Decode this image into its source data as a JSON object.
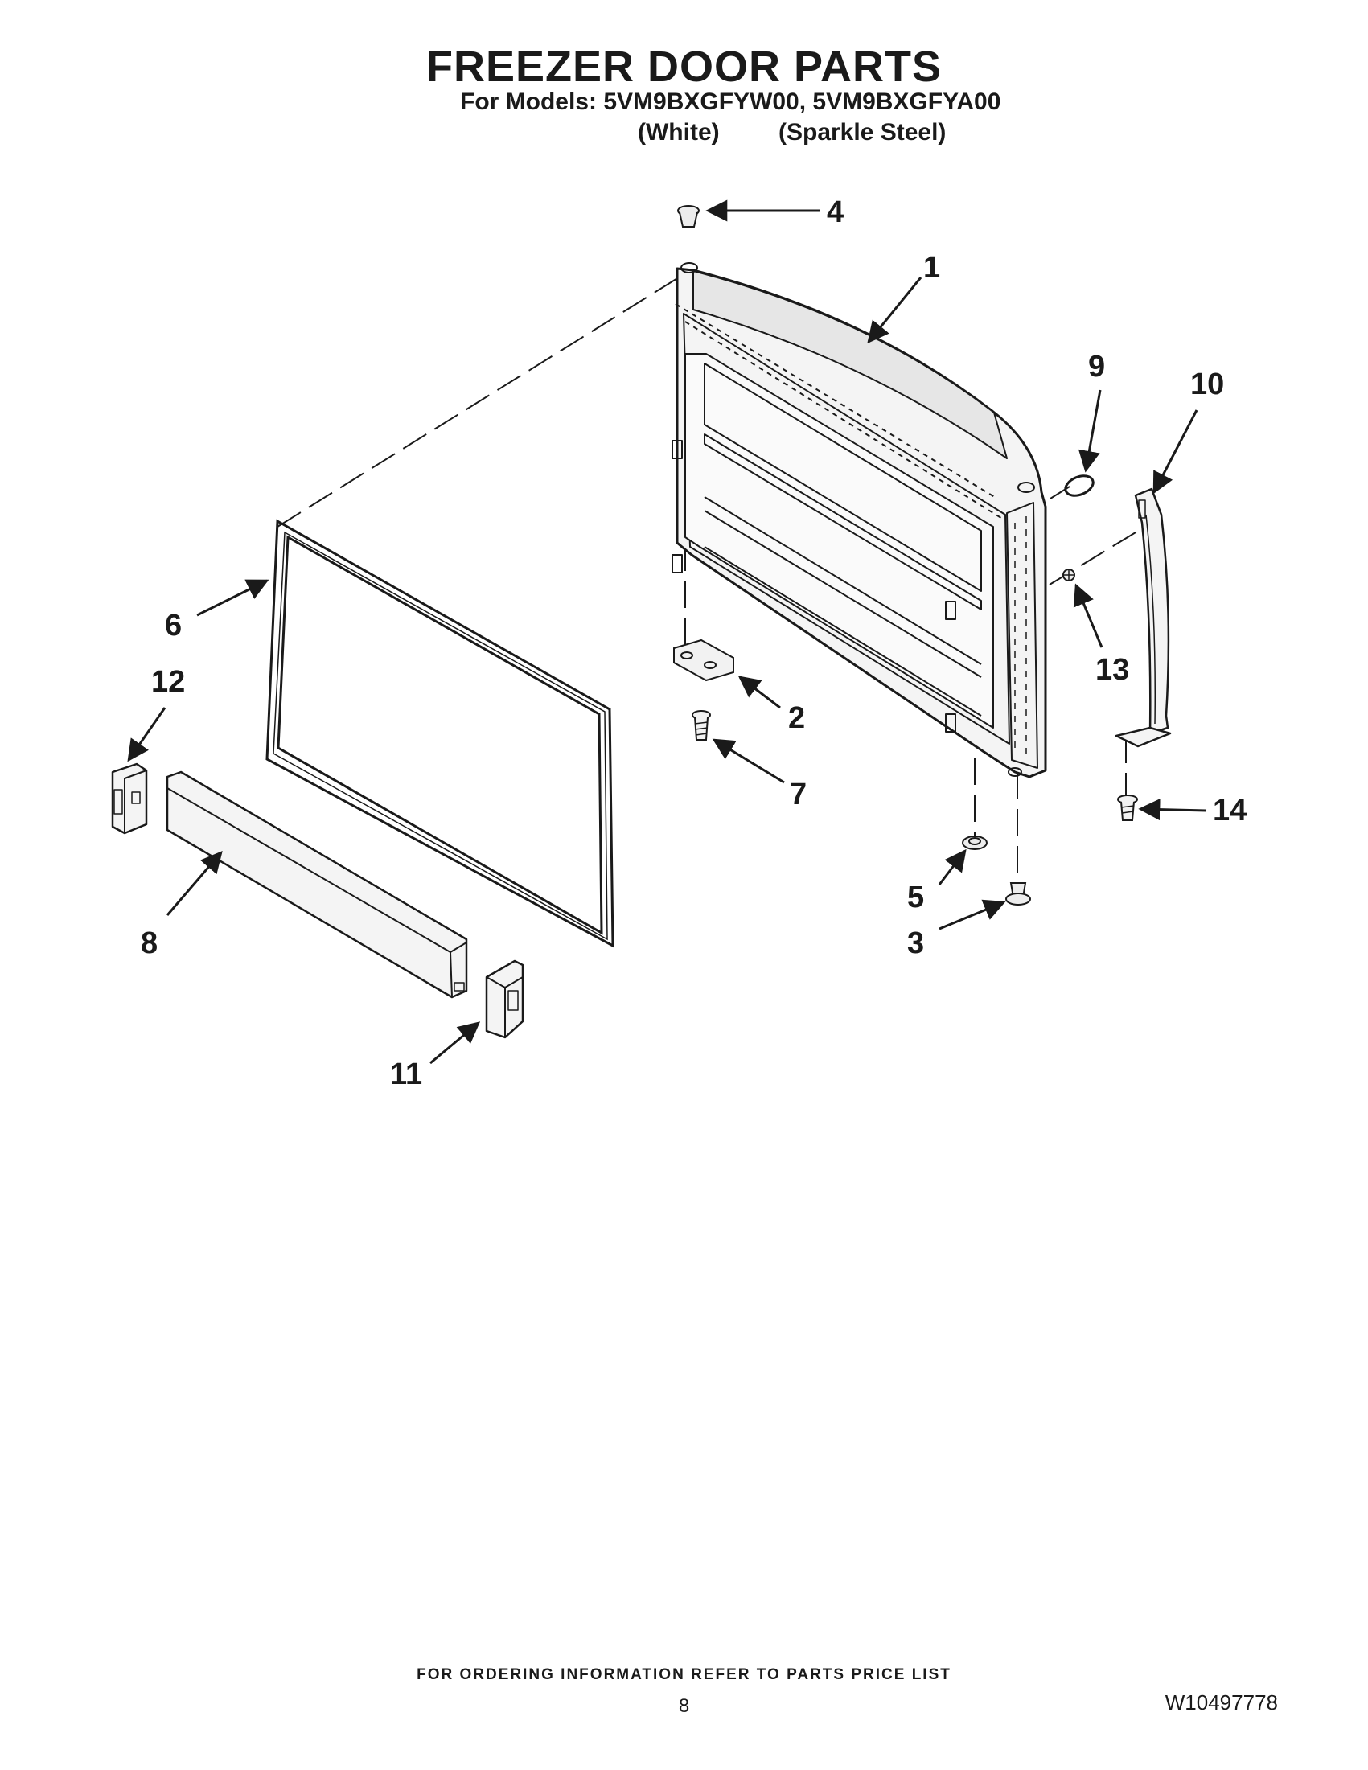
{
  "header": {
    "title": "FREEZER DOOR PARTS",
    "models_line": "For Models: 5VM9BXGFYW00, 5VM9BXGFYA00",
    "variant_1": "(White)",
    "variant_2": "(Sparkle Steel)"
  },
  "callouts": [
    {
      "id": "4",
      "label": "4"
    },
    {
      "id": "1",
      "label": "1"
    },
    {
      "id": "9",
      "label": "9"
    },
    {
      "id": "10",
      "label": "10"
    },
    {
      "id": "6",
      "label": "6"
    },
    {
      "id": "12",
      "label": "12"
    },
    {
      "id": "13",
      "label": "13"
    },
    {
      "id": "2",
      "label": "2"
    },
    {
      "id": "7",
      "label": "7"
    },
    {
      "id": "14",
      "label": "14"
    },
    {
      "id": "5",
      "label": "5"
    },
    {
      "id": "3",
      "label": "3"
    },
    {
      "id": "8",
      "label": "8"
    },
    {
      "id": "11",
      "label": "11"
    }
  ],
  "footer": {
    "note": "FOR ORDERING INFORMATION REFER TO PARTS PRICE LIST",
    "page_number": "8",
    "doc_id": "W10497778"
  }
}
